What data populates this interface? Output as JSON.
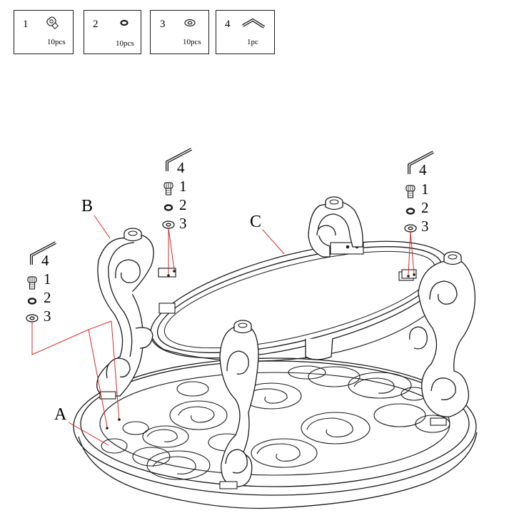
{
  "parts": [
    {
      "number": "1",
      "icon": "socket-bolt-icon",
      "quantity": "10pcs"
    },
    {
      "number": "2",
      "icon": "lock-washer-icon",
      "quantity": "10pcs"
    },
    {
      "number": "3",
      "icon": "flat-washer-icon",
      "quantity": "10pcs"
    },
    {
      "number": "4",
      "icon": "allen-key-icon",
      "quantity": "1pc"
    }
  ],
  "labels": {
    "a": "A",
    "b": "B",
    "c": "C"
  },
  "hardware_groups": [
    {
      "tool": "4",
      "bolt": "1",
      "lock_washer": "2",
      "flat_washer": "3"
    },
    {
      "tool": "4",
      "bolt": "1",
      "lock_washer": "2",
      "flat_washer": "3"
    },
    {
      "tool": "4",
      "bolt": "1",
      "lock_washer": "2",
      "flat_washer": "3"
    }
  ],
  "colors": {
    "line": "#1a1a1a",
    "leader": "#d42a2a",
    "paper": "#ffffff"
  }
}
